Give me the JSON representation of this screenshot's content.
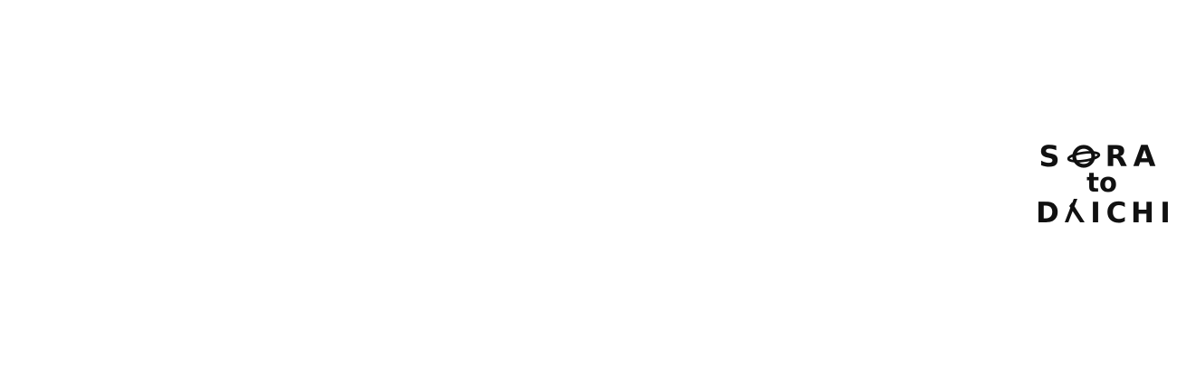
{
  "logo": {
    "line1": "SORA",
    "line2": "to",
    "line3": "DAICHI",
    "ink_color": "#111111",
    "icon": "planet-icon"
  }
}
